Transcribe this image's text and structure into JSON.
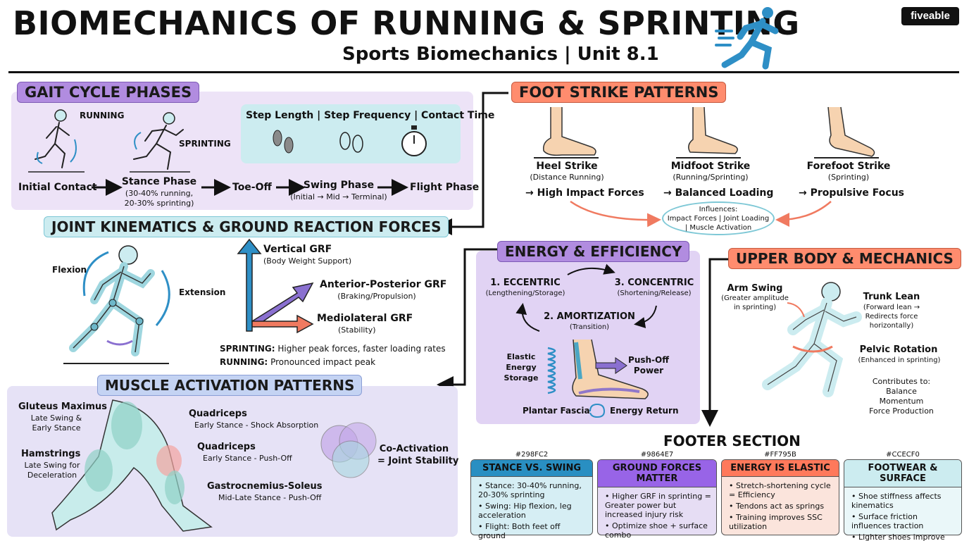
{
  "header": {
    "title": "BIOMECHANICS OF RUNNING & SPRINTING",
    "subtitle": "Sports Biomechanics | Unit 8.1",
    "brand": "fiveable"
  },
  "gait": {
    "heading": "GAIT CYCLE PHASES",
    "running": "RUNNING",
    "sprinting": "SPRINTING",
    "metrics": "Step Length | Step Frequency | Contact Time",
    "phases": {
      "initial_contact": "Initial Contact",
      "stance": "Stance Phase",
      "stance_note": "(30-40% running,",
      "stance_note2": "20-30% sprinting)",
      "toe_off": "Toe-Off",
      "swing": "Swing Phase",
      "swing_note": "(Initial → Mid → Terminal)",
      "flight": "Flight Phase"
    }
  },
  "foot": {
    "heading": "FOOT STRIKE PATTERNS",
    "heel": {
      "name": "Heel Strike",
      "sub": "(Distance Running)",
      "effect": "→ High Impact Forces"
    },
    "mid": {
      "name": "Midfoot Strike",
      "sub": "(Running/Sprinting)",
      "effect": "→ Balanced Loading"
    },
    "fore": {
      "name": "Forefoot Strike",
      "sub": "(Sprinting)",
      "effect": "→ Propulsive Focus"
    },
    "influences_title": "Influences:",
    "influences_line1": "Impact Forces | Joint Loading",
    "influences_line2": "| Muscle Activation"
  },
  "joint": {
    "heading": "JOINT KINEMATICS & GROUND REACTION FORCES",
    "flexion": "Flexion",
    "extension": "Extension",
    "vertical": "Vertical GRF",
    "vertical_sub": "(Body Weight Support)",
    "ap": "Anterior-Posterior GRF",
    "ap_sub": "(Braking/Propulsion)",
    "ml": "Mediolateral GRF",
    "ml_sub": "(Stability)",
    "sprinting_label": "SPRINTING:",
    "sprinting_text": "Higher peak forces, faster loading rates",
    "running_label": "RUNNING:",
    "running_text": "Pronounced impact peak"
  },
  "energy": {
    "heading": "ENERGY & EFFICIENCY",
    "eccentric": "1. ECCENTRIC",
    "eccentric_sub": "(Lengthening/Storage)",
    "concentric": "3. CONCENTRIC",
    "concentric_sub": "(Shortening/Release)",
    "amortization": "2. AMORTIZATION",
    "amortization_sub": "(Transition)",
    "elastic1": "Elastic",
    "elastic2": "Energy",
    "elastic3": "Storage",
    "pushoff1": "Push-Off",
    "pushoff2": "Power",
    "fascia": "Plantar Fascia",
    "energy_return": "Energy Return"
  },
  "upper": {
    "heading": "UPPER BODY & MECHANICS",
    "arm": "Arm Swing",
    "arm_sub1": "(Greater amplitude",
    "arm_sub2": "in sprinting)",
    "trunk": "Trunk Lean",
    "trunk_sub1": "(Forward lean →",
    "trunk_sub2": "Redirects force",
    "trunk_sub3": "horizontally)",
    "pelvic": "Pelvic Rotation",
    "pelvic_sub": "(Enhanced in sprinting)",
    "contrib": "Contributes to:",
    "contrib1": "Balance",
    "contrib2": "Momentum",
    "contrib3": "Force Production"
  },
  "muscle": {
    "heading": "MUSCLE ACTIVATION PATTERNS",
    "glute": "Gluteus Maximus",
    "glute_sub1": "Late Swing &",
    "glute_sub2": "Early Stance",
    "ham": "Hamstrings",
    "ham_sub1": "Late Swing for",
    "ham_sub2": "Deceleration",
    "quad1": "Quadriceps",
    "quad1_sub": "Early Stance - Shock Absorption",
    "quad2": "Quadriceps",
    "quad2_sub": "Early Stance - Push-Off",
    "gastro": "Gastrocnemius-Soleus",
    "gastro_sub": "Mid-Late Stance - Push-Off",
    "coact1": "Co-Activation",
    "coact2": "= Joint Stability"
  },
  "footer": {
    "heading": "FOOTER SECTION",
    "cards": [
      {
        "hex": "#298FC2",
        "title": "STANCE VS. SWING",
        "items": [
          "Stance: 30-40% running, 20-30% sprinting",
          "Swing: Hip flexion, leg acceleration",
          "Flight: Both feet off ground"
        ]
      },
      {
        "hex": "#9864E7",
        "title": "GROUND FORCES MATTER",
        "items": [
          "Higher GRF in sprinting = Greater power but increased injury risk",
          "Optimize shoe + surface combo"
        ]
      },
      {
        "hex": "#FF795B",
        "title": "ENERGY IS ELASTIC",
        "items": [
          "Stretch-shortening cycle = Efficiency",
          "Tendons act as springs",
          "Training improves SSC utilization"
        ]
      },
      {
        "hex": "#CCECF0",
        "title": "FOOTWEAR & SURFACE",
        "items": [
          "Shoe stiffness affects kinematics",
          "Surface friction influences traction",
          "Lighter shoes improve swing economy"
        ]
      }
    ]
  },
  "colors": {
    "blue": "#298FC2",
    "purple": "#9864E7",
    "coral": "#FF795B",
    "teal": "#CCECF0",
    "lavender": "#EDE3F7"
  }
}
